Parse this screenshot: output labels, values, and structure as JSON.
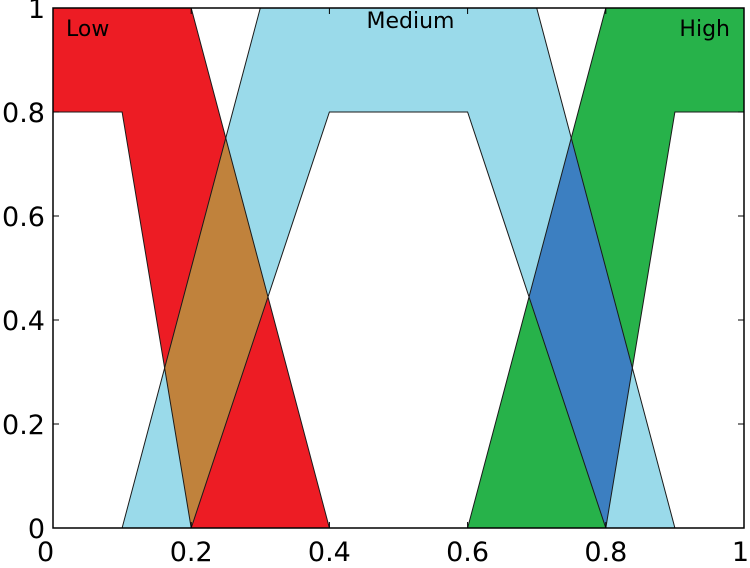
{
  "chart_data": {
    "type": "area",
    "chart_subtype": "interval type-2 fuzzy membership functions (footprint of uncertainty)",
    "xlim": [
      0,
      1
    ],
    "ylim": [
      0,
      1
    ],
    "grid": false,
    "legend": "none",
    "title": "",
    "xlabel": "",
    "ylabel": "",
    "x_ticks": [
      0,
      0.2,
      0.4,
      0.6,
      0.8,
      1
    ],
    "x_tick_labels": [
      "0",
      "0.2",
      "0.4",
      "0.6",
      "0.8",
      "1"
    ],
    "y_ticks": [
      0,
      0.2,
      0.4,
      0.6,
      0.8,
      1
    ],
    "y_tick_labels": [
      "0",
      "0.2",
      "0.4",
      "0.6",
      "0.8",
      "1"
    ],
    "series": [
      {
        "name": "Low",
        "color": "#ED1C24",
        "upper_mf": [
          [
            0,
            1
          ],
          [
            0.2,
            1
          ],
          [
            0.4,
            0
          ]
        ],
        "lower_mf": [
          [
            0,
            0.8
          ],
          [
            0.1,
            0.8
          ],
          [
            0.2,
            0
          ]
        ]
      },
      {
        "name": "Medium",
        "color": "#9ADAEA",
        "upper_mf": [
          [
            0.1,
            0
          ],
          [
            0.3,
            1
          ],
          [
            0.7,
            1
          ],
          [
            0.9,
            0
          ]
        ],
        "lower_mf": [
          [
            0.2,
            0
          ],
          [
            0.4,
            0.8
          ],
          [
            0.6,
            0.8
          ],
          [
            0.8,
            0
          ]
        ]
      },
      {
        "name": "High",
        "color": "#27B24A",
        "upper_mf": [
          [
            0.6,
            0
          ],
          [
            0.8,
            1
          ],
          [
            1,
            1
          ]
        ],
        "lower_mf": [
          [
            0.8,
            0
          ],
          [
            0.9,
            0.8
          ],
          [
            1,
            0.8
          ]
        ]
      }
    ],
    "overlap_colors": {
      "Low_Medium": "#C0823C",
      "Medium_High": "#3C7FC1"
    }
  }
}
